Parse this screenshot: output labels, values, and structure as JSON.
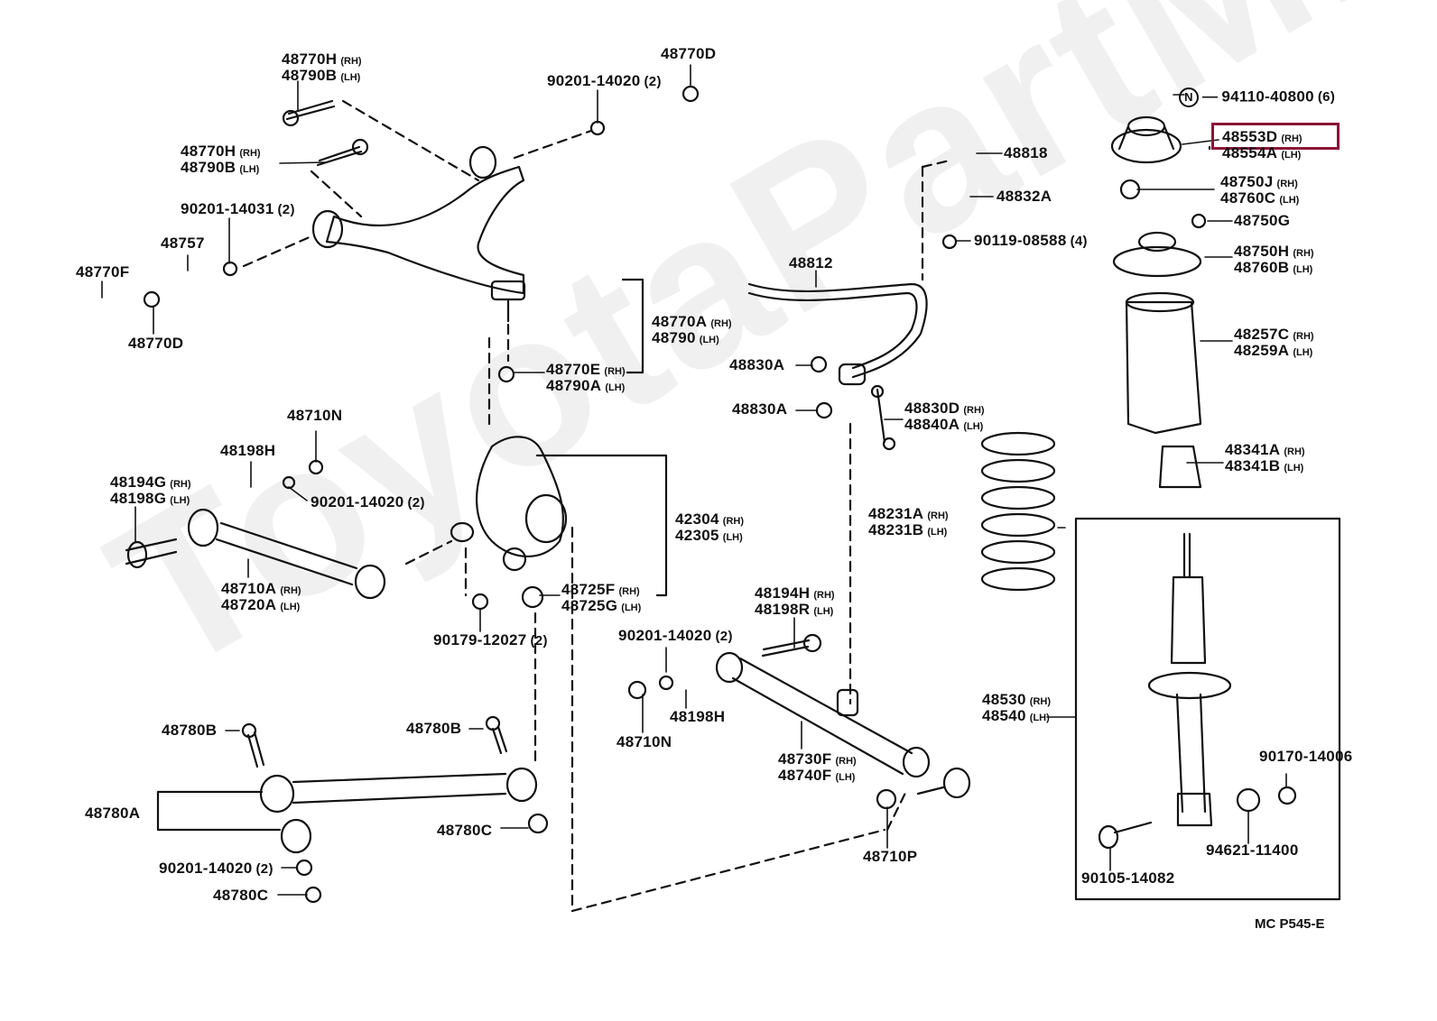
{
  "diagram": {
    "title": "Rear Suspension Parts Diagram",
    "watermark": "ToyotaPartMine",
    "code": "MC P545-E",
    "highlight_color": "#8b1538",
    "highlighted_part": "48553D",
    "labels": [
      {
        "id": "p1",
        "lines": [
          {
            "part": "48770H",
            "side": "(RH)"
          },
          {
            "part": "48790B",
            "side": "(LH)"
          }
        ]
      },
      {
        "id": "p2",
        "lines": [
          {
            "part": "48770H",
            "side": "(RH)"
          },
          {
            "part": "48790B",
            "side": "(LH)"
          }
        ]
      },
      {
        "id": "p3",
        "lines": [
          {
            "part": "90201-14020",
            "qty": "(2)"
          }
        ]
      },
      {
        "id": "p4",
        "lines": [
          {
            "part": "48770D"
          }
        ]
      },
      {
        "id": "p5",
        "lines": [
          {
            "part": "90201-14031",
            "qty": "(2)"
          }
        ]
      },
      {
        "id": "p6",
        "lines": [
          {
            "part": "48757"
          }
        ]
      },
      {
        "id": "p7",
        "lines": [
          {
            "part": "48770F"
          }
        ]
      },
      {
        "id": "p8",
        "lines": [
          {
            "part": "48770D"
          }
        ]
      },
      {
        "id": "p9",
        "lines": [
          {
            "part": "48770A",
            "side": "(RH)"
          },
          {
            "part": "48790",
            "side": "(LH)"
          }
        ]
      },
      {
        "id": "p10",
        "lines": [
          {
            "part": "48770E",
            "side": "(RH)"
          },
          {
            "part": "48790A",
            "side": "(LH)"
          }
        ]
      },
      {
        "id": "p11",
        "lines": [
          {
            "part": "48812"
          }
        ]
      },
      {
        "id": "p12",
        "lines": [
          {
            "part": "48818"
          }
        ]
      },
      {
        "id": "p13",
        "lines": [
          {
            "part": "48832A"
          }
        ]
      },
      {
        "id": "p14",
        "lines": [
          {
            "part": "90119-08588",
            "qty": "(4)"
          }
        ]
      },
      {
        "id": "p15",
        "lines": [
          {
            "part": "94110-40800",
            "qty": "(6)",
            "marker": "N"
          }
        ]
      },
      {
        "id": "p16",
        "lines": [
          {
            "part": "48553D",
            "side": "(RH)"
          },
          {
            "part": "48554A",
            "side": "(LH)"
          }
        ]
      },
      {
        "id": "p17",
        "lines": [
          {
            "part": "48750J",
            "side": "(RH)"
          },
          {
            "part": "48760C",
            "side": "(LH)"
          }
        ]
      },
      {
        "id": "p18",
        "lines": [
          {
            "part": "48750G"
          }
        ]
      },
      {
        "id": "p19",
        "lines": [
          {
            "part": "48750H",
            "side": "(RH)"
          },
          {
            "part": "48760B",
            "side": "(LH)"
          }
        ]
      },
      {
        "id": "p20",
        "lines": [
          {
            "part": "48257C",
            "side": "(RH)"
          },
          {
            "part": "48259A",
            "side": "(LH)"
          }
        ]
      },
      {
        "id": "p21",
        "lines": [
          {
            "part": "48341A",
            "side": "(RH)"
          },
          {
            "part": "48341B",
            "side": "(LH)"
          }
        ]
      },
      {
        "id": "p22",
        "lines": [
          {
            "part": "48830A"
          }
        ]
      },
      {
        "id": "p23",
        "lines": [
          {
            "part": "48830A"
          }
        ]
      },
      {
        "id": "p24",
        "lines": [
          {
            "part": "48830D",
            "side": "(RH)"
          },
          {
            "part": "48840A",
            "side": "(LH)"
          }
        ]
      },
      {
        "id": "p25",
        "lines": [
          {
            "part": "48231A",
            "side": "(RH)"
          },
          {
            "part": "48231B",
            "side": "(LH)"
          }
        ]
      },
      {
        "id": "p26",
        "lines": [
          {
            "part": "48710N"
          }
        ]
      },
      {
        "id": "p27",
        "lines": [
          {
            "part": "48198H"
          }
        ]
      },
      {
        "id": "p28",
        "lines": [
          {
            "part": "48194G",
            "side": "(RH)"
          },
          {
            "part": "48198G",
            "side": "(LH)"
          }
        ]
      },
      {
        "id": "p29",
        "lines": [
          {
            "part": "90201-14020",
            "qty": "(2)"
          }
        ]
      },
      {
        "id": "p30",
        "lines": [
          {
            "part": "48710A",
            "side": "(RH)"
          },
          {
            "part": "48720A",
            "side": "(LH)"
          }
        ]
      },
      {
        "id": "p31",
        "lines": [
          {
            "part": "42304",
            "side": "(RH)"
          },
          {
            "part": "42305",
            "side": "(LH)"
          }
        ]
      },
      {
        "id": "p32",
        "lines": [
          {
            "part": "48725F",
            "side": "(RH)"
          },
          {
            "part": "48725G",
            "side": "(LH)"
          }
        ]
      },
      {
        "id": "p33",
        "lines": [
          {
            "part": "90179-12027",
            "qty": "(2)"
          }
        ]
      },
      {
        "id": "p34",
        "lines": [
          {
            "part": "48194H",
            "side": "(RH)"
          },
          {
            "part": "48198R",
            "side": "(LH)"
          }
        ]
      },
      {
        "id": "p35",
        "lines": [
          {
            "part": "90201-14020",
            "qty": "(2)"
          }
        ]
      },
      {
        "id": "p36",
        "lines": [
          {
            "part": "48198H"
          }
        ]
      },
      {
        "id": "p37",
        "lines": [
          {
            "part": "48710N"
          }
        ]
      },
      {
        "id": "p38",
        "lines": [
          {
            "part": "48730F",
            "side": "(RH)"
          },
          {
            "part": "48740F",
            "side": "(LH)"
          }
        ]
      },
      {
        "id": "p39",
        "lines": [
          {
            "part": "48710P"
          }
        ]
      },
      {
        "id": "p40",
        "lines": [
          {
            "part": "48780B"
          }
        ]
      },
      {
        "id": "p41",
        "lines": [
          {
            "part": "48780B"
          }
        ]
      },
      {
        "id": "p42",
        "lines": [
          {
            "part": "48780A"
          }
        ]
      },
      {
        "id": "p43",
        "lines": [
          {
            "part": "48780C"
          }
        ]
      },
      {
        "id": "p44",
        "lines": [
          {
            "part": "90201-14020",
            "qty": "(2)"
          }
        ]
      },
      {
        "id": "p45",
        "lines": [
          {
            "part": "48780C"
          }
        ]
      },
      {
        "id": "p46",
        "lines": [
          {
            "part": "48530",
            "side": "(RH)"
          },
          {
            "part": "48540",
            "side": "(LH)"
          }
        ]
      },
      {
        "id": "p47",
        "lines": [
          {
            "part": "90170-14006"
          }
        ]
      },
      {
        "id": "p48",
        "lines": [
          {
            "part": "94621-11400"
          }
        ]
      },
      {
        "id": "p49",
        "lines": [
          {
            "part": "90105-14082"
          }
        ]
      }
    ]
  }
}
